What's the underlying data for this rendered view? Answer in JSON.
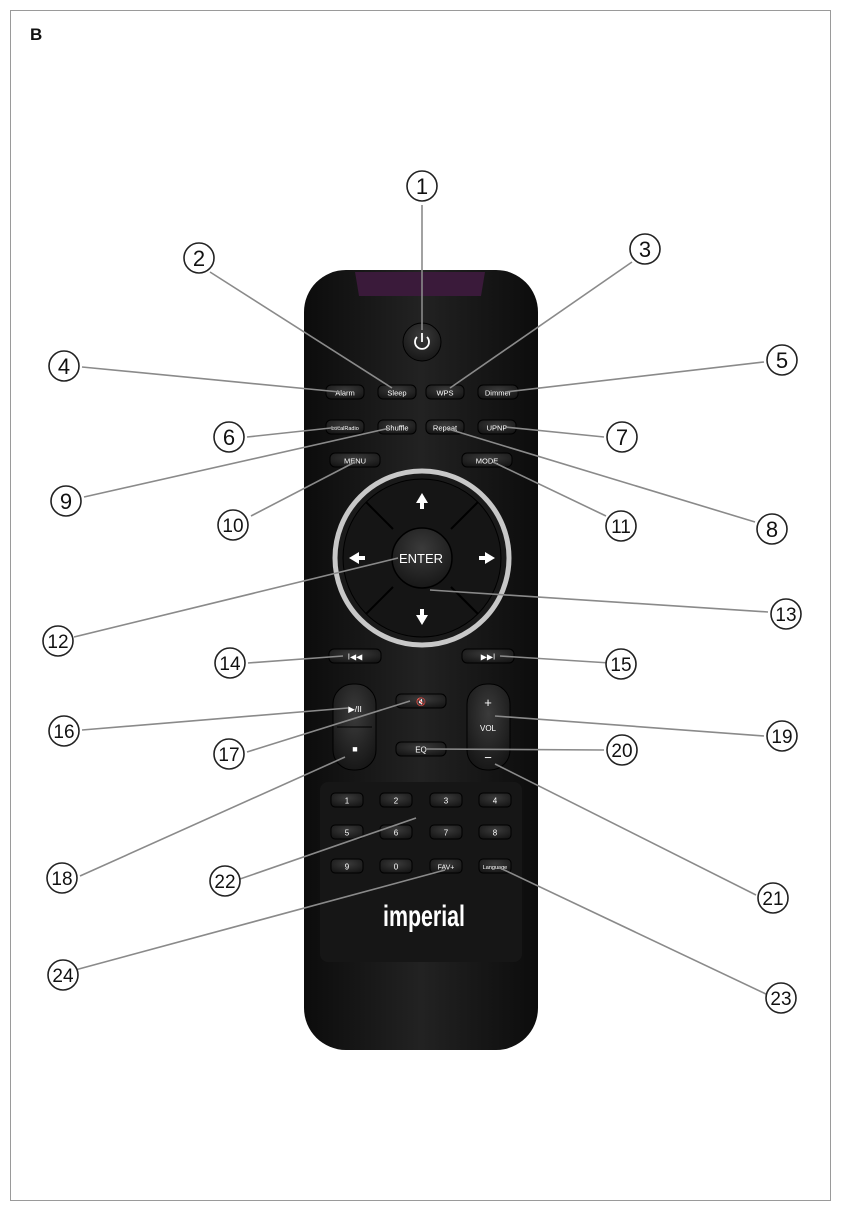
{
  "page_letter": "B",
  "colors": {
    "remote_body": "#1a1a1a",
    "ir_window": "#3a1a3a",
    "leader_line": "#8a8a8a",
    "button": "#2c2c2c",
    "label": "#ffffff",
    "dpad_ring": "#c8c8c8"
  },
  "remote": {
    "buttons": {
      "alarm": "Alarm",
      "sleep": "Sleep",
      "wps": "WPS",
      "dimmer": "Dimmer",
      "local_radio": "LocalRadio",
      "shuffle": "Shuffle",
      "repeat": "Repeat",
      "upnp": "UPNP",
      "menu": "MENU",
      "mode": "MODE",
      "enter": "ENTER",
      "prev": "I◀◀",
      "next": "▶▶I",
      "play_pause": "▶/II",
      "mute": "🔇",
      "stop": "■",
      "vol_plus": "+",
      "vol_label": "VOL",
      "vol_minus": "−",
      "eq": "EQ",
      "num_1": "1",
      "num_2": "2",
      "num_3": "3",
      "num_4": "4",
      "num_5": "5",
      "num_6": "6",
      "num_7": "7",
      "num_8": "8",
      "num_9": "9",
      "num_0": "0",
      "fav": "FAV+",
      "language": "Language"
    },
    "brand": "imperial",
    "icons": [
      "power-icon",
      "arrow-up-icon",
      "arrow-down-icon",
      "arrow-left-icon",
      "arrow-right-icon"
    ]
  },
  "callouts": [
    "1",
    "2",
    "3",
    "4",
    "5",
    "6",
    "7",
    "8",
    "9",
    "10",
    "11",
    "12",
    "13",
    "14",
    "15",
    "16",
    "17",
    "18",
    "19",
    "20",
    "21",
    "22",
    "23",
    "24"
  ]
}
